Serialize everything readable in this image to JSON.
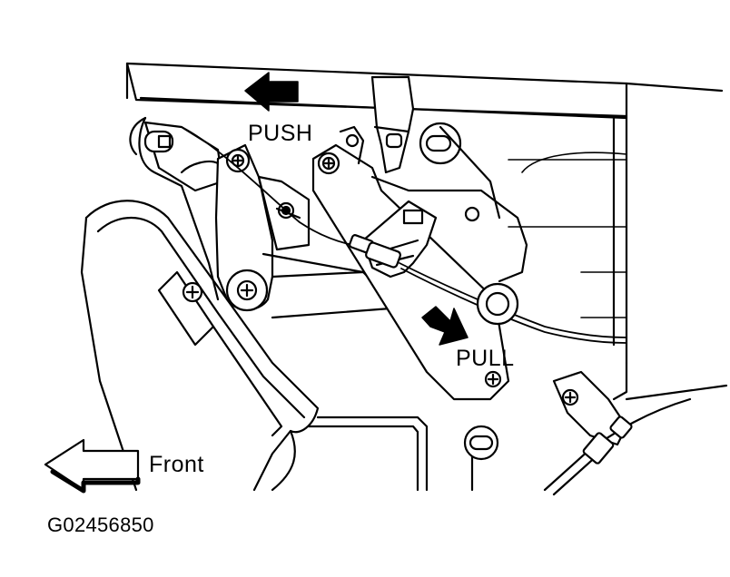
{
  "labels": {
    "push": "PUSH",
    "pull": "PULL",
    "front": "Front"
  },
  "figure_id": "G02456850",
  "colors": {
    "line": "#000000",
    "background": "#ffffff",
    "arrow_fill": "#000000"
  },
  "icons": {
    "push_arrow": "arrow-left-filled-icon",
    "pull_arrow": "arrow-down-right-filled-icon",
    "front_arrow": "arrow-left-outline-icon"
  }
}
